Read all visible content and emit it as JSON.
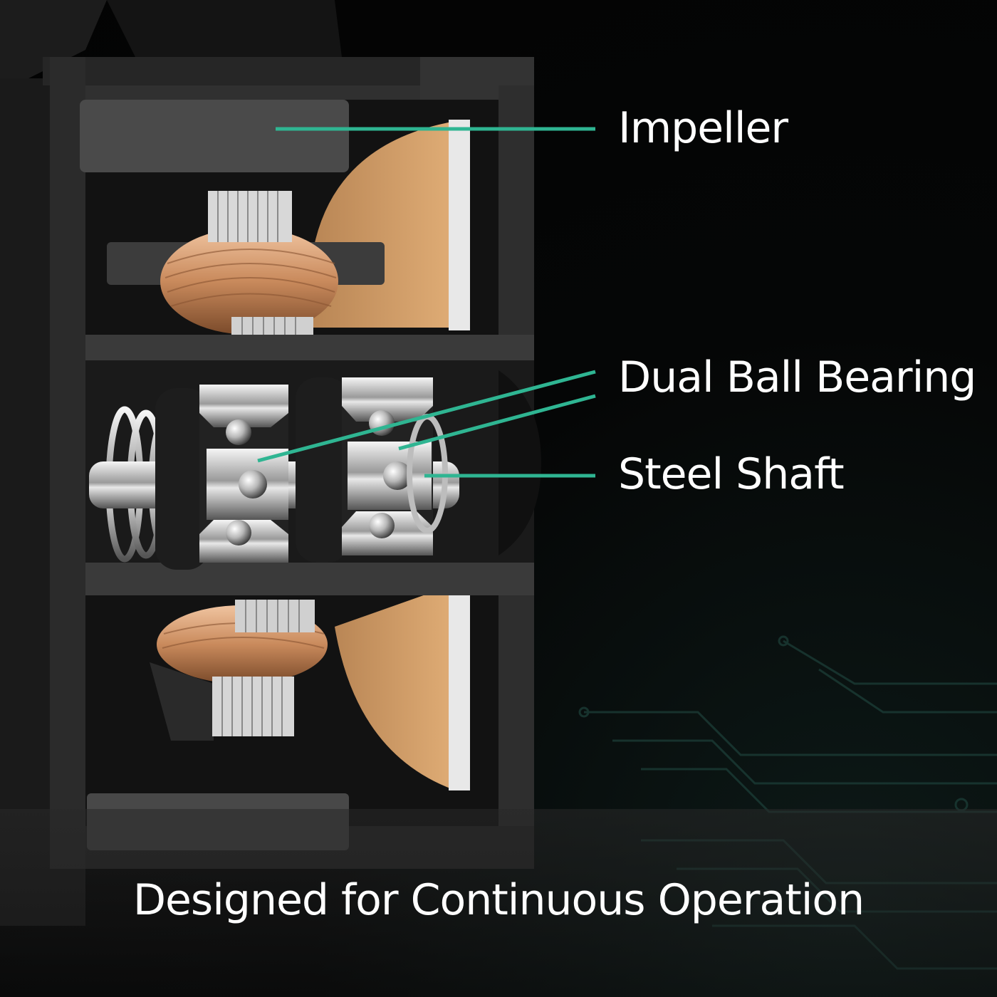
{
  "callouts": {
    "impeller": "Impeller",
    "dual_ball_bearing": "Dual Ball Bearing",
    "steel_shaft": "Steel Shaft"
  },
  "caption": "Designed for Continuous Operation",
  "colors": {
    "background": "#050505",
    "housing": "#2b2b2b",
    "housing_dark": "#161616",
    "magnet": "#4a4a4a",
    "copper": "#c98a5c",
    "tan_panel": "#d9a56e",
    "chrome": "#c9c9c9",
    "leader_line": "#2fb592",
    "text": "#ffffff"
  }
}
